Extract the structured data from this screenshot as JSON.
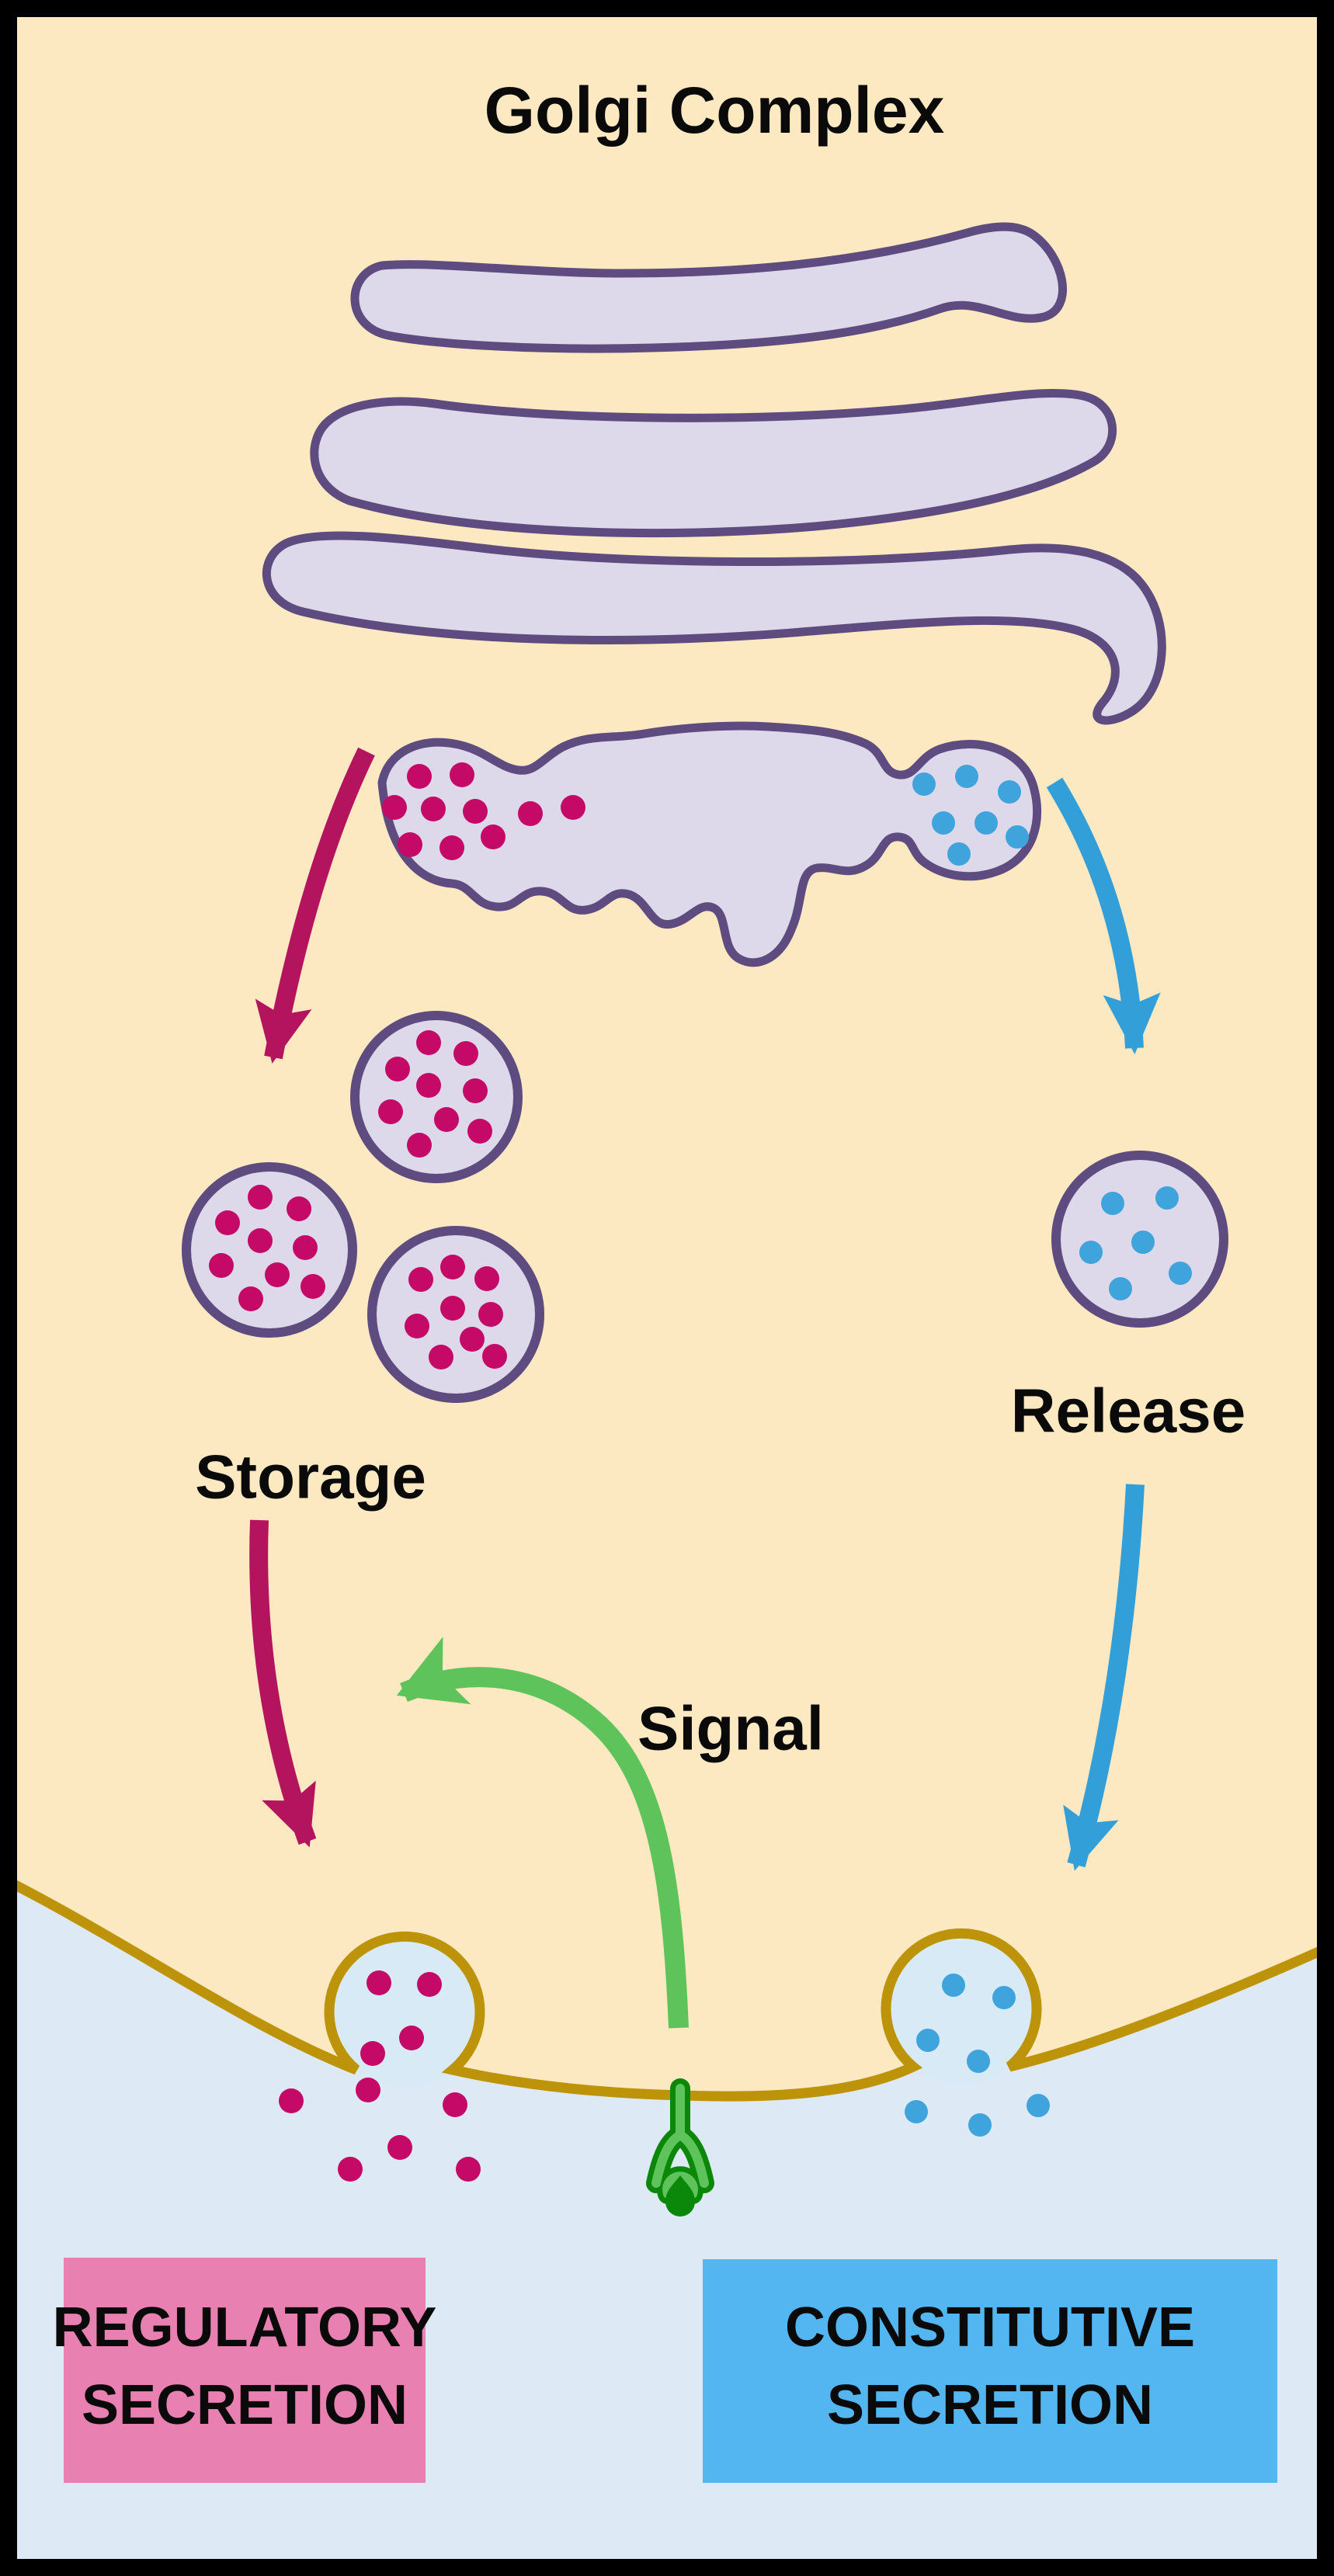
{
  "title": "Golgi Complex",
  "labels": {
    "storage": "Storage",
    "release": "Release",
    "signal": "Signal"
  },
  "boxes": {
    "regulatory": {
      "lines": [
        "REGULATORY",
        "SECRETION"
      ],
      "color": "#E980B2"
    },
    "constitutive": {
      "lines": [
        "CONSTITUTIVE",
        "SECRETION"
      ],
      "color": "#54B6F0"
    }
  },
  "colors": {
    "cytoplasm_background": "#FCE9C2",
    "extracellular_background": "#DEE9F6",
    "vesicle_interior": "#D9EAF7",
    "golgi_fill": "#DDD8EA",
    "golgi_outline": "#5E4B7F",
    "regulated_dots": "#C40A66",
    "regulated_arrow": "#B4135E",
    "constitutive_dots": "#3FA4DC",
    "constitutive_arrow": "#339FD9",
    "membrane": "#BC9309",
    "signal_arrow": "#5FC35C",
    "receptor_green": "#0B8709",
    "frame": "#000000"
  }
}
